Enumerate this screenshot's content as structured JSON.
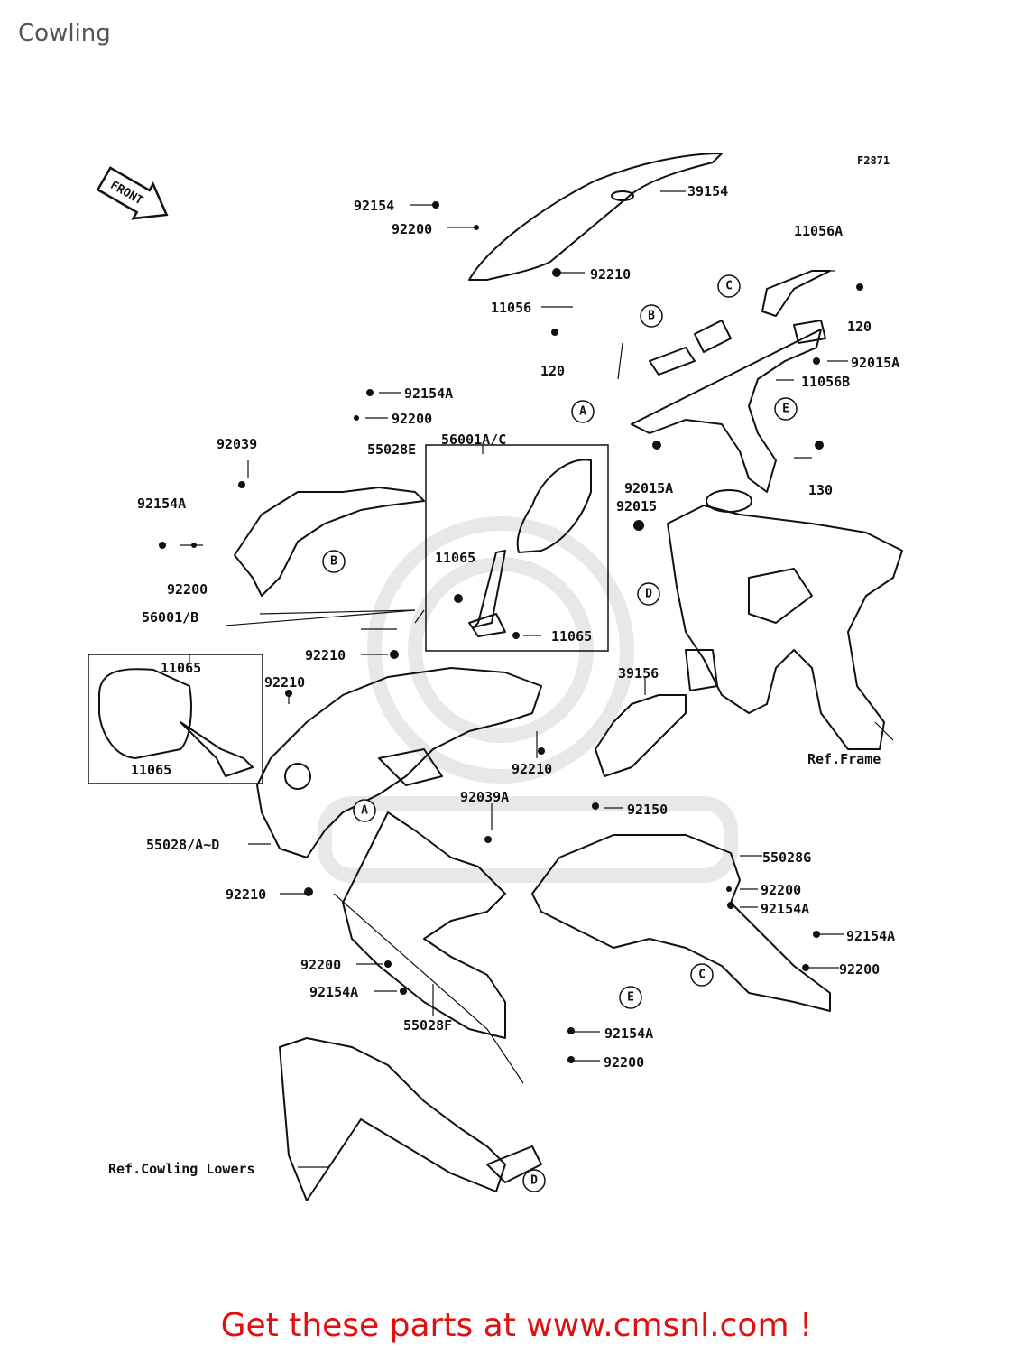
{
  "page": {
    "title": "Cowling",
    "figure_code": "F2871",
    "footer_cta": "Get these parts at www.cmsnl.com !"
  },
  "diagram": {
    "front_arrow_label": "FRONT",
    "references": {
      "frame": "Ref.Frame",
      "cowling_lowers": "Ref.Cowling Lowers"
    },
    "callouts": [
      "A",
      "B",
      "C",
      "D",
      "E"
    ],
    "part_labels": [
      {
        "id": "l1",
        "text": "92154"
      },
      {
        "id": "l2",
        "text": "39154"
      },
      {
        "id": "l3",
        "text": "92200"
      },
      {
        "id": "l4",
        "text": "11056A"
      },
      {
        "id": "l5",
        "text": "92210"
      },
      {
        "id": "l6",
        "text": "11056"
      },
      {
        "id": "l7",
        "text": "120"
      },
      {
        "id": "l8",
        "text": "120"
      },
      {
        "id": "l9",
        "text": "92015A"
      },
      {
        "id": "l10",
        "text": "11056B"
      },
      {
        "id": "l11",
        "text": "92154A"
      },
      {
        "id": "l12",
        "text": "92200"
      },
      {
        "id": "l13",
        "text": "92039"
      },
      {
        "id": "l14",
        "text": "55028E"
      },
      {
        "id": "l15",
        "text": "56001A/C"
      },
      {
        "id": "l16",
        "text": "92015A"
      },
      {
        "id": "l17",
        "text": "130"
      },
      {
        "id": "l18",
        "text": "92015"
      },
      {
        "id": "l19",
        "text": "92154A"
      },
      {
        "id": "l20",
        "text": "92200"
      },
      {
        "id": "l21",
        "text": "11065"
      },
      {
        "id": "l22",
        "text": "56001/B"
      },
      {
        "id": "l23",
        "text": "11065"
      },
      {
        "id": "l24",
        "text": "92210"
      },
      {
        "id": "l25",
        "text": "11065"
      },
      {
        "id": "l26",
        "text": "92210"
      },
      {
        "id": "l27",
        "text": "39156"
      },
      {
        "id": "l28",
        "text": "11065"
      },
      {
        "id": "l29",
        "text": "92210"
      },
      {
        "id": "l30",
        "text": "92039A"
      },
      {
        "id": "l31",
        "text": "92150"
      },
      {
        "id": "l32",
        "text": "55028/A~D"
      },
      {
        "id": "l33",
        "text": "55028G"
      },
      {
        "id": "l34",
        "text": "92210"
      },
      {
        "id": "l35",
        "text": "92200"
      },
      {
        "id": "l36",
        "text": "92154A"
      },
      {
        "id": "l37",
        "text": "92154A"
      },
      {
        "id": "l38",
        "text": "92200"
      },
      {
        "id": "l39",
        "text": "92200"
      },
      {
        "id": "l40",
        "text": "92154A"
      },
      {
        "id": "l41",
        "text": "55028F"
      },
      {
        "id": "l42",
        "text": "92154A"
      },
      {
        "id": "l43",
        "text": "92200"
      }
    ]
  }
}
